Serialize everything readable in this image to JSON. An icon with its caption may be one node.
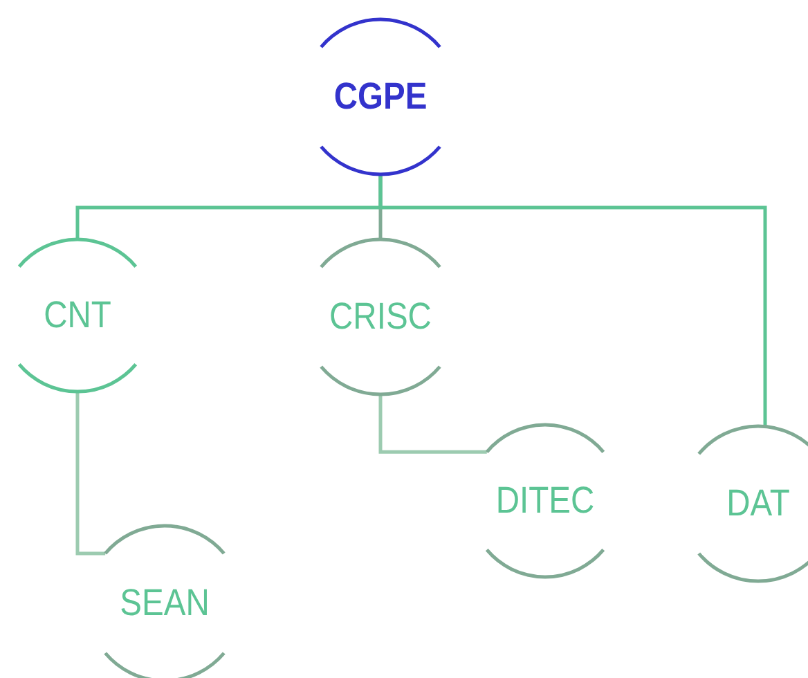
{
  "diagram": {
    "nodes": [
      {
        "text": [
          "CGPE"
        ]
      },
      {
        "text": [
          "CNT"
        ]
      },
      {
        "text": [
          "CRISC"
        ]
      },
      {
        "text": [
          "DITEC"
        ]
      },
      {
        "text": [
          "DAT"
        ]
      },
      {
        "text": [
          "SEAN"
        ]
      }
    ],
    "edges": [
      {
        "from": 0,
        "to": 1,
        "arrow": "none"
      },
      {
        "from": 0,
        "to": 2,
        "arrow": "none",
        "color": "#80aa94"
      },
      {
        "from": 0,
        "to": 4,
        "arrow": "none"
      },
      {
        "from": 1,
        "to": 5,
        "arrow": "none",
        "color": "#9ccbb0"
      },
      {
        "from": 2,
        "to": 3,
        "arrow": "none",
        "color": "#9ccbb0"
      }
    ]
  }
}
